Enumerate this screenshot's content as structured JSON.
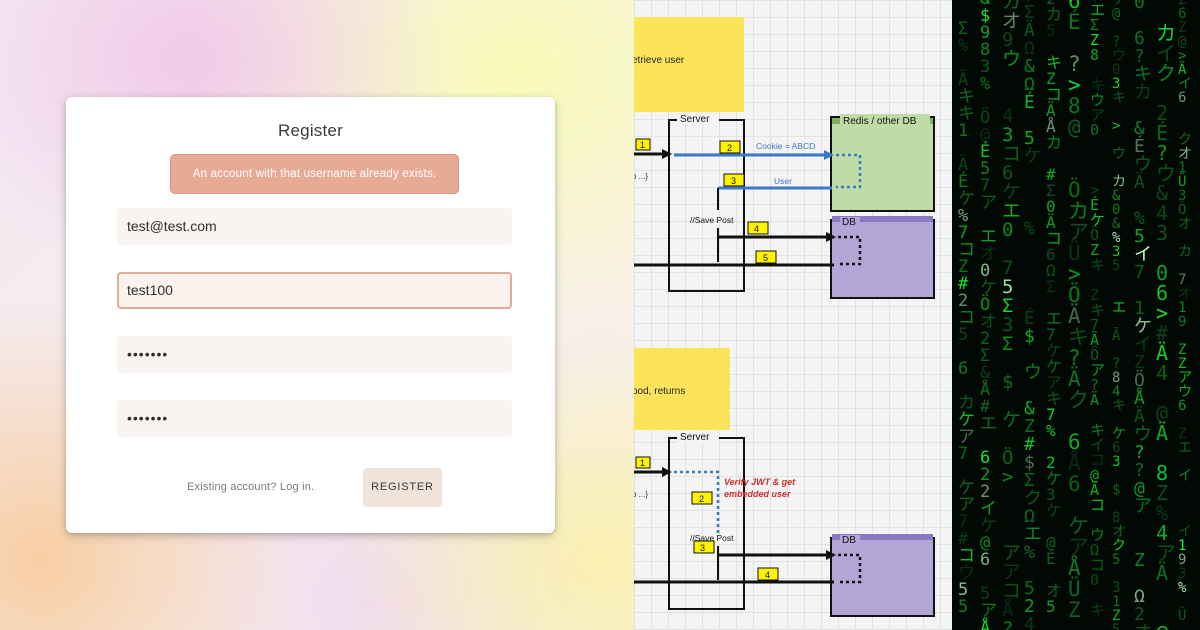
{
  "register_form": {
    "title": "Register",
    "error_message": "An account with that username already exists.",
    "email_value": "test@test.com",
    "username_value": "test100",
    "password_value": "•••••••",
    "confirm_password_value": "•••••••",
    "existing_account_link": "Existing account? Log in.",
    "register_button_label": "REGISTER"
  },
  "diagram_top": {
    "sticky_note_text": "etrieve user",
    "server_label": "Server",
    "redis_label": "Redis / other DB",
    "db_label": "DB",
    "cookie_label": "Cookie = ABCD",
    "user_label": "User",
    "save_post_label": "//Save Post",
    "request_fragment": "o ...}",
    "step_1": "1",
    "step_2": "2",
    "step_3": "3",
    "step_4": "4",
    "step_5": "5"
  },
  "diagram_bottom": {
    "sticky_note_text": "ood, returns",
    "server_label": "Server",
    "db_label": "DB",
    "verify_label_line1": "Verify JWT & get",
    "verify_label_line2": "embedded user",
    "save_post_label": "//Save Post",
    "request_fragment": "o ...}",
    "step_1": "1",
    "step_2": "2",
    "step_3": "3",
    "step_4": "4"
  },
  "colors": {
    "alert_bg": "#e7aa94",
    "sticky_yellow": "#fbe45a",
    "redis_green": "#bfdca6",
    "db_purple": "#b3a6d6",
    "arrow_blue": "#3a78c8",
    "verify_red": "#d0302c",
    "matrix_green": "#1ee04a"
  }
}
